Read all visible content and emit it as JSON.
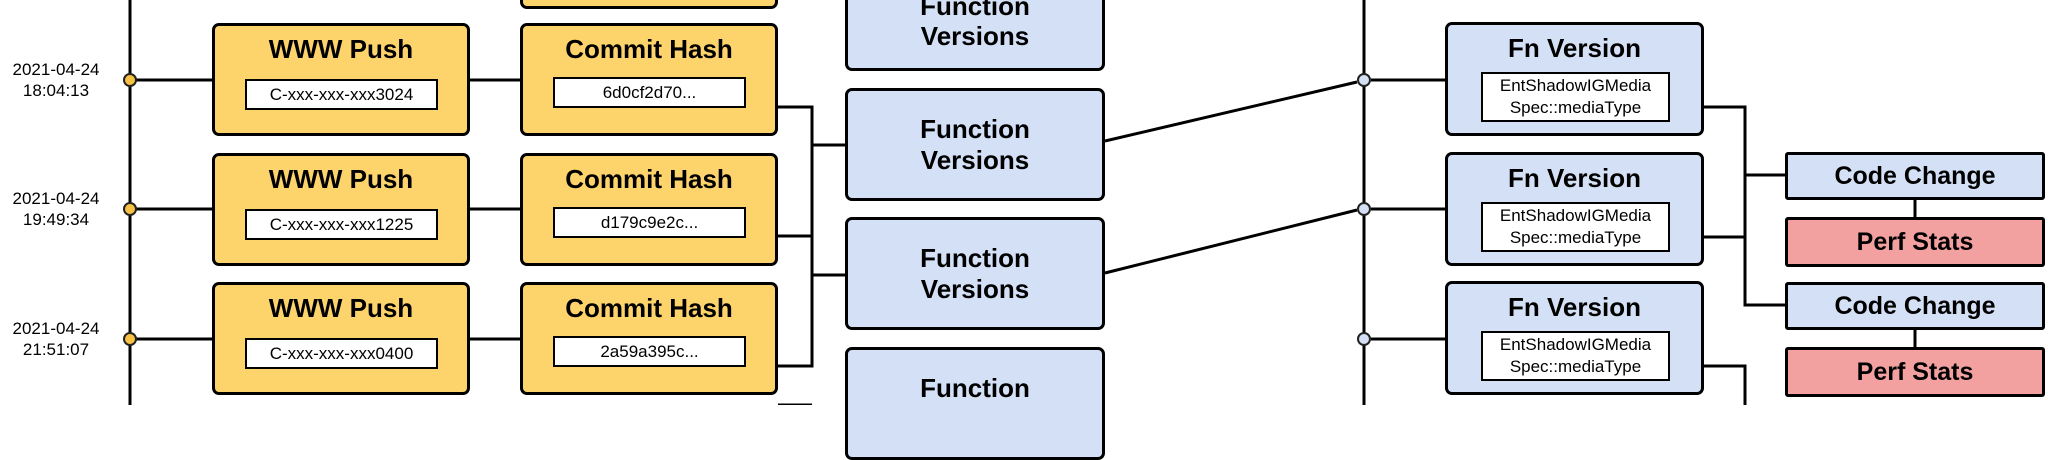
{
  "timeline": [
    {
      "date": "2021-04-24",
      "time": "18:04:13"
    },
    {
      "date": "2021-04-24",
      "time": "19:49:34"
    },
    {
      "date": "2021-04-24",
      "time": "21:51:07"
    }
  ],
  "pushes": [
    {
      "title": "WWW Push",
      "id": "C-xxx-xxx-xxx3024"
    },
    {
      "title": "WWW Push",
      "id": "C-xxx-xxx-xxx1225"
    },
    {
      "title": "WWW Push",
      "id": "C-xxx-xxx-xxx0400"
    }
  ],
  "commits": [
    {
      "title": "Commit Hash",
      "hash": "6d0cf2d70..."
    },
    {
      "title": "Commit Hash",
      "hash": "d179c9e2c..."
    },
    {
      "title": "Commit Hash",
      "hash": "2a59a395c..."
    }
  ],
  "function_versions": {
    "line1": "Function",
    "line2": "Versions"
  },
  "fn_versions": [
    {
      "title": "Fn Version",
      "line1": "EntShadowIGMedia",
      "line2": "Spec::mediaType"
    },
    {
      "title": "Fn Version",
      "line1": "EntShadowIGMedia",
      "line2": "Spec::mediaType"
    },
    {
      "title": "Fn Version",
      "line1": "EntShadowIGMedia",
      "line2": "Spec::mediaType"
    }
  ],
  "code_change_label": "Code Change",
  "perf_stats_label": "Perf Stats",
  "colors": {
    "push_fill": "#fdd36b",
    "fn_fill": "#d4e0f5",
    "perf_fill": "#f2a0a0",
    "line": "#000000"
  }
}
